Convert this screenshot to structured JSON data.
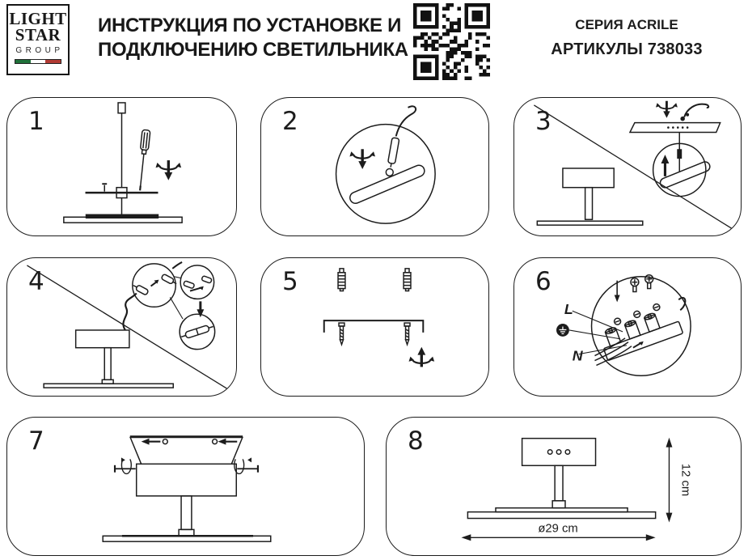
{
  "header": {
    "logo": {
      "line1": "LIGHT",
      "line2": "STAR",
      "line3": "GROUP"
    },
    "title_line1": "ИНСТРУКЦИЯ ПО УСТАНОВКЕ И",
    "title_line2": "ПОДКЛЮЧЕНИЮ СВЕТИЛЬНИКА",
    "series": "СЕРИЯ ACRILE",
    "articles": "АРТИКУЛЫ 738033"
  },
  "colors": {
    "ink": "#1c1c1c",
    "flag_green": "#20713a",
    "flag_white": "#ffffff",
    "flag_red": "#b23b34"
  },
  "panels": [
    {
      "number": "1",
      "illustration": "suspension-rod-and-screwdriver"
    },
    {
      "number": "2",
      "illustration": "connector-into-bracket-detail"
    },
    {
      "number": "3",
      "illustration": "bracket-fixed-to-ceiling-detail"
    },
    {
      "number": "4",
      "illustration": "cable-plug-connectors-detail"
    },
    {
      "number": "5",
      "illustration": "dowels-mounting-bar-screws"
    },
    {
      "number": "6",
      "illustration": "terminal-block-wiring",
      "labels": {
        "live": "L",
        "neutral": "N"
      }
    },
    {
      "number": "7",
      "illustration": "canopy-bracket-fixing"
    },
    {
      "number": "8",
      "illustration": "lamp-dimensions",
      "labels": {
        "height": "12 cm",
        "diameter": "ø29 cm"
      }
    }
  ]
}
